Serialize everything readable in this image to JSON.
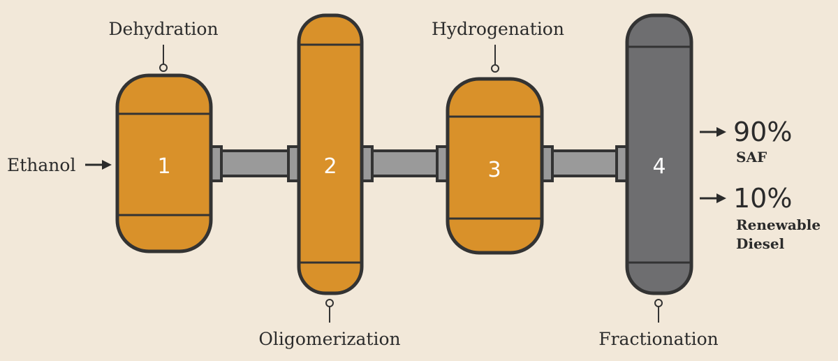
{
  "input": {
    "label": "Ethanol"
  },
  "stages": [
    {
      "number": "1",
      "name": "Dehydration"
    },
    {
      "number": "2",
      "name": "Oligomerization"
    },
    {
      "number": "3",
      "name": "Hydrogenation"
    },
    {
      "number": "4",
      "name": "Fractionation"
    }
  ],
  "outputs": [
    {
      "percent": "90%",
      "product": "SAF"
    },
    {
      "percent": "10%",
      "product_line1": "Renewable",
      "product_line2": "Diesel"
    }
  ],
  "colors": {
    "background": "#f2e8d9",
    "reactor": "#d9912a",
    "fractionator": "#6e6e70",
    "pipe": "#9a9a9a",
    "ink": "#333333"
  }
}
